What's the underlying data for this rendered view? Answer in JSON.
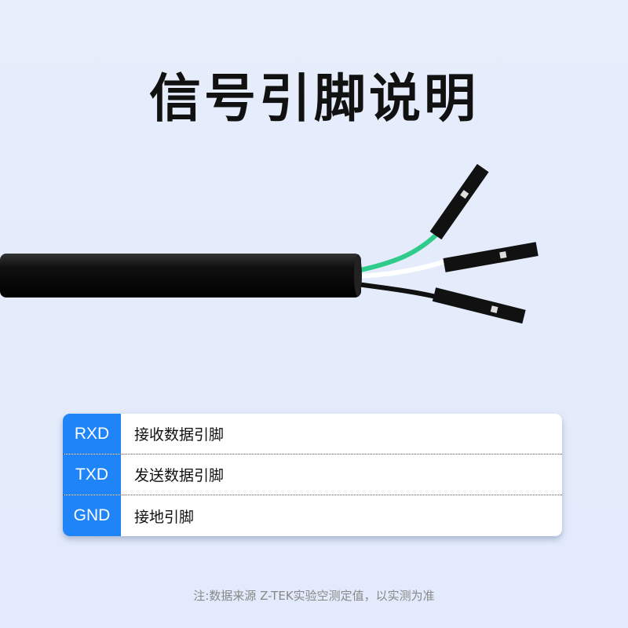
{
  "title": "信号引脚说明",
  "pins": [
    {
      "name": "RXD",
      "description": "接收数据引脚"
    },
    {
      "name": "TXD",
      "description": "发送数据引脚"
    },
    {
      "name": "GND",
      "description": "接地引脚"
    }
  ],
  "note": "注:数据来源 Z-TEK实验空测定值，以实测为准",
  "colors": {
    "accent": "#1e84f8",
    "wire_green": "#2ecb8a",
    "wire_white": "#ffffff",
    "wire_black": "#111111"
  }
}
